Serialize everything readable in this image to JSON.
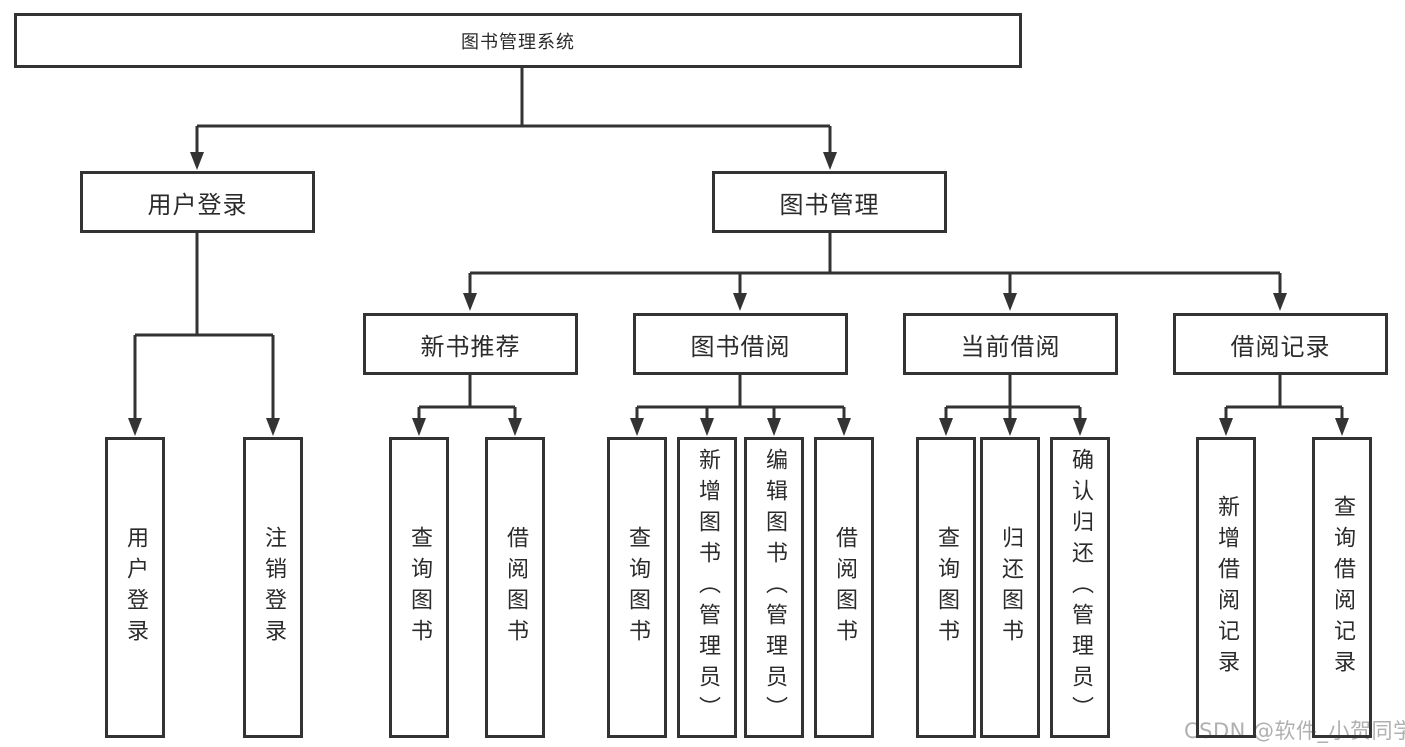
{
  "diagram": {
    "root": {
      "label": "图书管理系统"
    },
    "level2": [
      {
        "id": "user-login",
        "label": "用户登录"
      },
      {
        "id": "book-management",
        "label": "图书管理"
      }
    ],
    "level3": [
      {
        "id": "new-book-recommend",
        "label": "新书推荐",
        "parent": "图书管理"
      },
      {
        "id": "book-borrow",
        "label": "图书借阅",
        "parent": "图书管理"
      },
      {
        "id": "current-borrow",
        "label": "当前借阅",
        "parent": "图书管理"
      },
      {
        "id": "borrow-record",
        "label": "借阅记录",
        "parent": "图书管理"
      }
    ],
    "leaves": [
      {
        "label": "用户登录",
        "parent": "用户登录"
      },
      {
        "label": "注销登录",
        "parent": "用户登录"
      },
      {
        "label": "查询图书",
        "parent": "新书推荐"
      },
      {
        "label": "借阅图书",
        "parent": "新书推荐"
      },
      {
        "label": "查询图书",
        "parent": "图书借阅"
      },
      {
        "label": "新增图书（管理员）",
        "parent": "图书借阅"
      },
      {
        "label": "编辑图书（管理员）",
        "parent": "图书借阅"
      },
      {
        "label": "借阅图书",
        "parent": "图书借阅"
      },
      {
        "label": "查询图书",
        "parent": "当前借阅"
      },
      {
        "label": "归还图书",
        "parent": "当前借阅"
      },
      {
        "label": "确认归还（管理员）",
        "parent": "当前借阅"
      },
      {
        "label": "新增借阅记录",
        "parent": "借阅记录"
      },
      {
        "label": "查询借阅记录",
        "parent": "借阅记录"
      }
    ]
  },
  "watermark": {
    "text": "CSDN @软件_小贺同学"
  },
  "colors": {
    "line": "#333333",
    "box_border": "#333333",
    "box_fill": "#ffffff",
    "background": "#ffffff",
    "watermark_text": "#b0b0b0"
  }
}
